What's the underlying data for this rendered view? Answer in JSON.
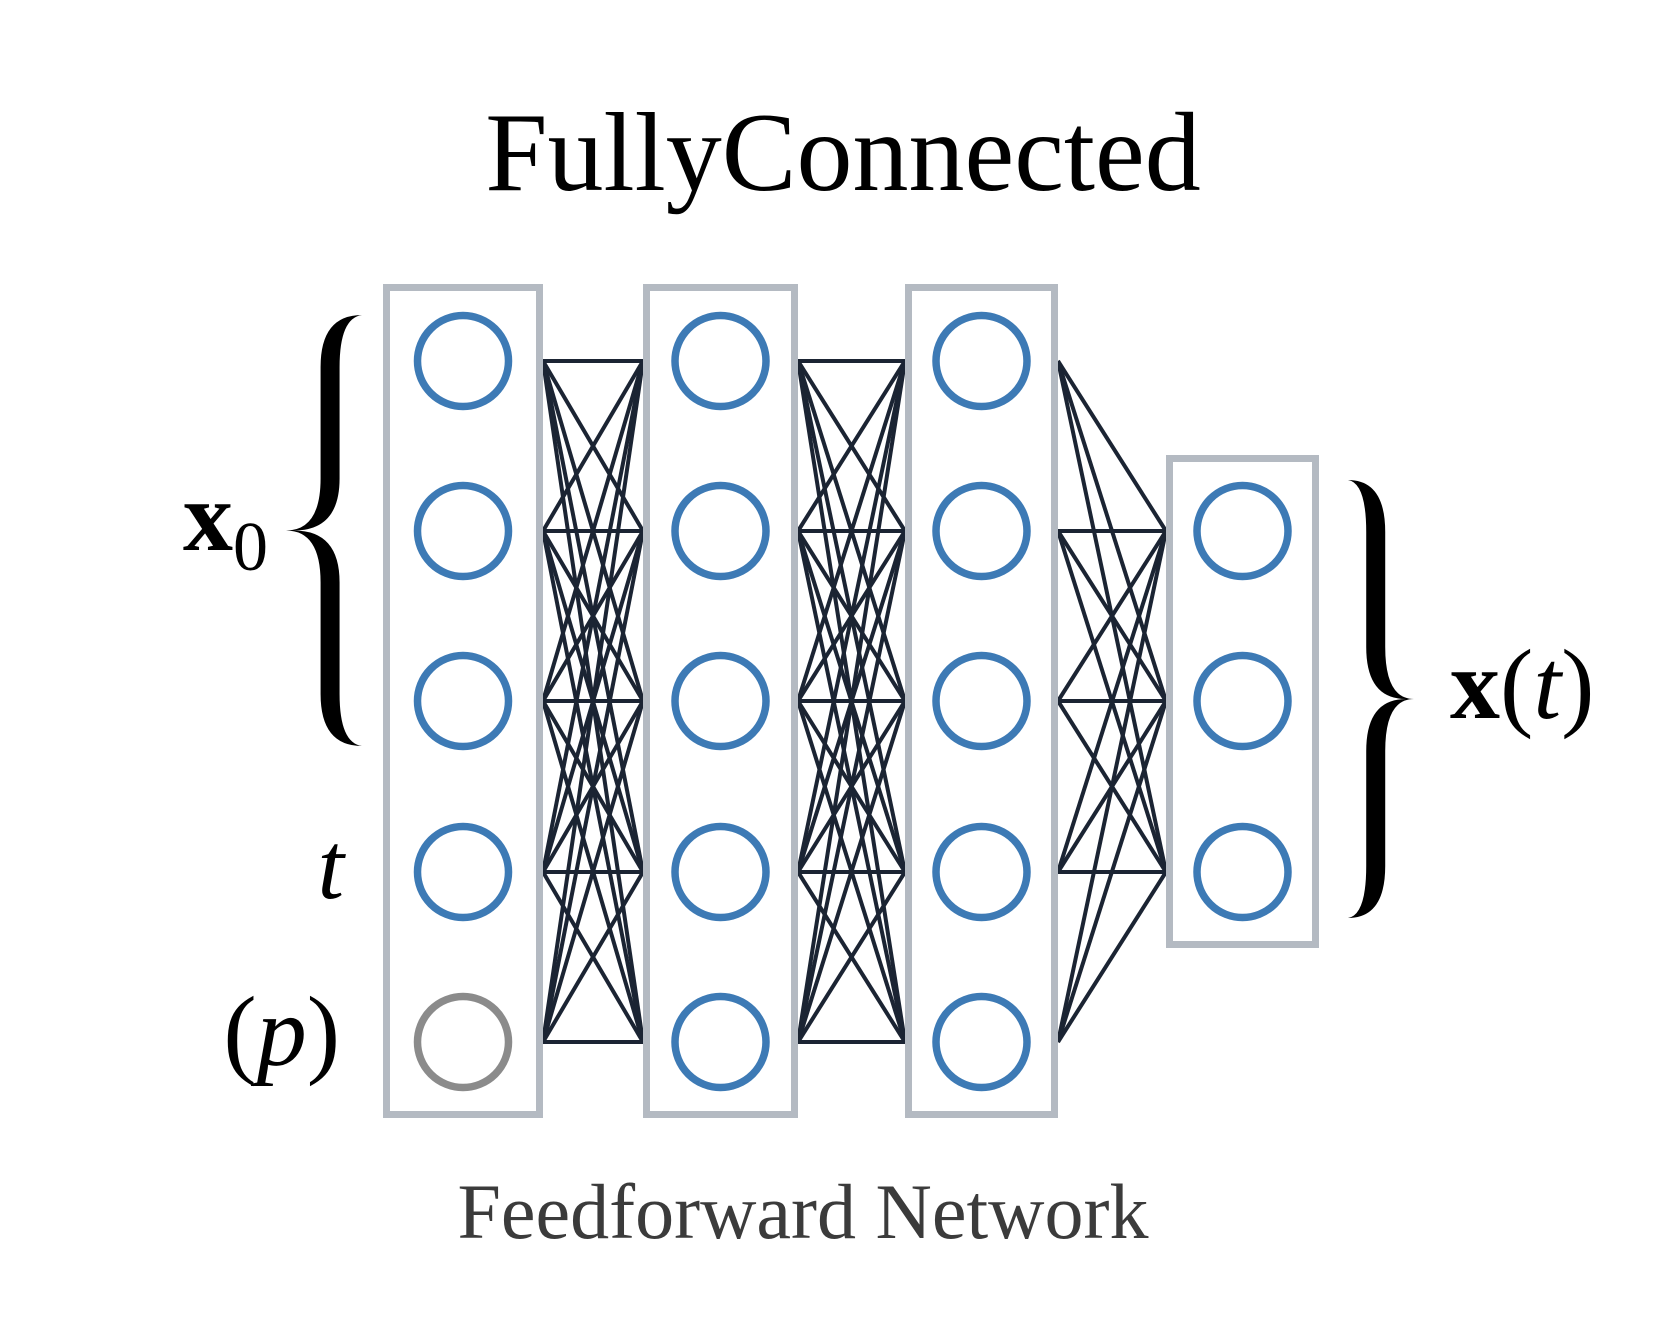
{
  "title": "FullyConnected",
  "caption": "Feedforward Network",
  "labels": {
    "input_vector": {
      "base": "x",
      "sub": "0"
    },
    "time_input": "t",
    "param_input": {
      "open": "(",
      "var": "p",
      "close": ")"
    },
    "output": {
      "base": "x",
      "open": "(",
      "var": "t",
      "close": ")"
    },
    "input_brace_symbol": "{",
    "output_brace_symbol": "}"
  },
  "network": {
    "layers": [
      {
        "id": "input-layer",
        "neurons": 5,
        "neuron_styles": [
          "blue",
          "blue",
          "blue",
          "blue",
          "gray"
        ]
      },
      {
        "id": "hidden-layer-1",
        "neurons": 5,
        "neuron_styles": [
          "blue",
          "blue",
          "blue",
          "blue",
          "blue"
        ]
      },
      {
        "id": "hidden-layer-2",
        "neurons": 5,
        "neuron_styles": [
          "blue",
          "blue",
          "blue",
          "blue",
          "blue"
        ]
      },
      {
        "id": "output-layer",
        "neurons": 3,
        "neuron_styles": [
          "blue",
          "blue",
          "blue"
        ]
      }
    ],
    "connections": [
      {
        "from": 0,
        "to": 1,
        "type": "all-to-all"
      },
      {
        "from": 1,
        "to": 2,
        "type": "all-to-all"
      },
      {
        "from": 2,
        "to": 3,
        "type": "all-to-all"
      }
    ]
  },
  "colors": {
    "background": "#ffffff",
    "neuron_blue": "#3d7ab5",
    "neuron_gray": "#8b8b8b",
    "edge": "#1b2433",
    "box_border": "#b4bac2",
    "title_text": "#000000",
    "caption_text": "#3b3b3b",
    "label_text": "#000000",
    "brace": "#000000"
  }
}
